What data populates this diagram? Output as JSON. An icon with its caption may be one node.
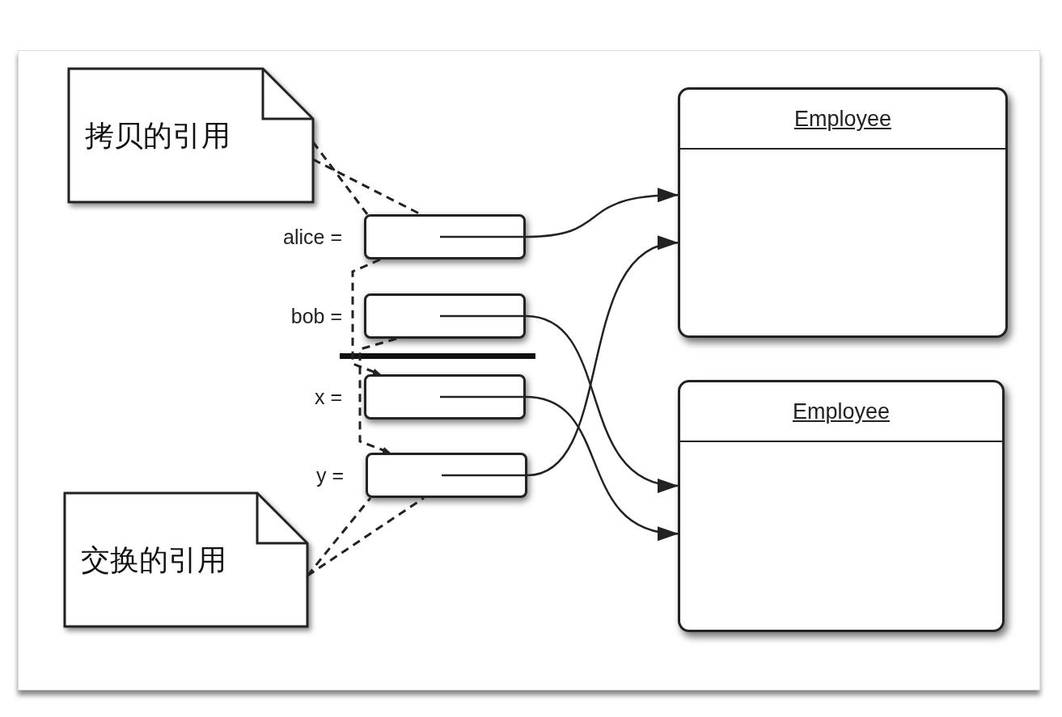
{
  "diagram": {
    "nodes": [
      {
        "text": [
          "拷贝的引用"
        ]
      },
      {
        "text": [],
        "shape": "box",
        "beside": [
          "alice ="
        ]
      },
      {
        "text": [],
        "shape": "box",
        "beside": [
          "bob ="
        ]
      },
      {
        "text": [],
        "shape": "box",
        "beside": [
          "x ="
        ]
      },
      {
        "text": [],
        "shape": "box",
        "beside": [
          "y ="
        ]
      },
      {
        "text": [
          "交换的引用"
        ]
      },
      {
        "text": [
          "Employee"
        ]
      },
      {
        "text": [
          "Employee"
        ]
      }
    ],
    "edges": [
      {
        "from": 0,
        "to": 1,
        "arrow": "none",
        "style": "dashed"
      },
      {
        "from": 0,
        "to": 1,
        "arrow": "none",
        "style": "dashed"
      },
      {
        "from": 1,
        "to": 3,
        "arrow": "to",
        "style": "dashed"
      },
      {
        "from": 2,
        "to": 4,
        "arrow": "to",
        "style": "dashed"
      },
      {
        "from": 5,
        "to": 4,
        "arrow": "none",
        "style": "dashed"
      },
      {
        "from": 5,
        "to": 4,
        "arrow": "none",
        "style": "dashed"
      },
      {
        "from": 1,
        "to": 6,
        "arrow": "to"
      },
      {
        "from": 2,
        "to": 7,
        "arrow": "to"
      },
      {
        "from": 3,
        "to": 7,
        "arrow": "to"
      },
      {
        "from": 4,
        "to": 6,
        "arrow": "to"
      }
    ]
  }
}
